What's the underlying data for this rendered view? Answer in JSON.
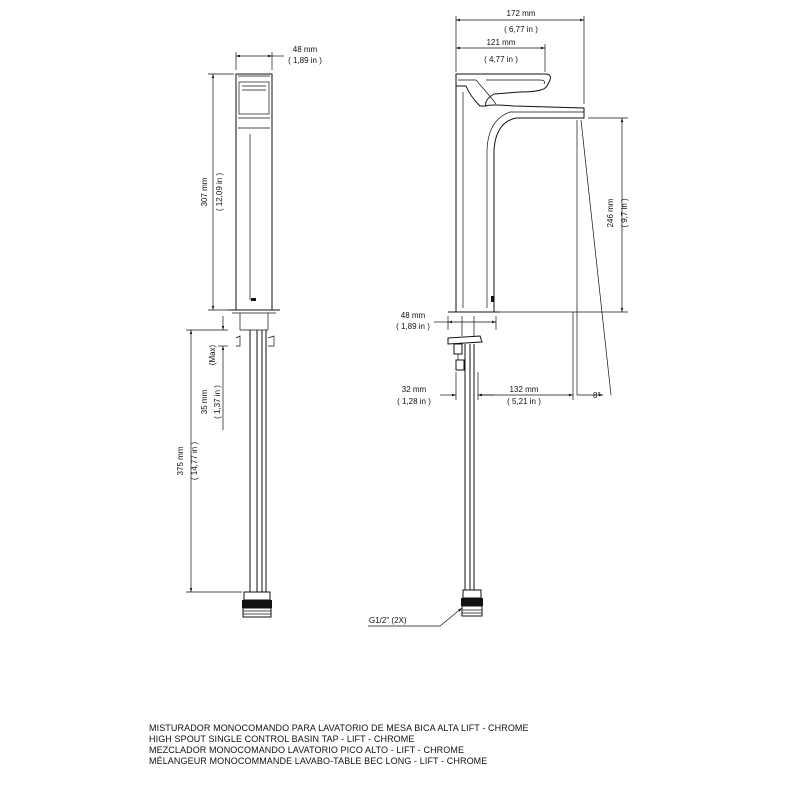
{
  "dimensions": {
    "front_width": {
      "mm": "48 mm",
      "in": "( 1,89 in )"
    },
    "front_height": {
      "mm": "307 mm",
      "in": "( 12,09 in )"
    },
    "hose_max": {
      "mm": "35 mm",
      "in": "( 1,37 in )",
      "note": "(Max)"
    },
    "hose_length": {
      "mm": "375 mm",
      "in": "( 14,77 in )"
    },
    "overall_width": {
      "mm": "172 mm",
      "in": "( 6,77 in )"
    },
    "handle_width": {
      "mm": "121 mm",
      "in": "( 4,77 in )"
    },
    "spout_height": {
      "mm": "246 mm",
      "in": "( 9,7 in )"
    },
    "base_diameter": {
      "mm": "48 mm",
      "in": "( 1,89 in )"
    },
    "hole_diameter": {
      "mm": "32 mm",
      "in": "( 1,28 in )"
    },
    "spout_reach": {
      "mm": "132 mm",
      "in": "( 5,21 in )"
    },
    "spout_angle": "8°",
    "connection": "G1/2\" (2X)"
  },
  "caption": [
    "MISTURADOR MONOCOMANDO PARA LAVATORIO DE MESA BICA ALTA LIFT - CHROME",
    "HIGH SPOUT SINGLE CONTROL BASIN TAP - LIFT - CHROME",
    "MEZCLADOR MONOCOMANDO LAVATORIO PICO ALTO - LIFT - CHROME",
    "MÉLANGEUR MONOCOMMANDE LAVABO-TABLE BEC LONG - LIFT - CHROME"
  ]
}
